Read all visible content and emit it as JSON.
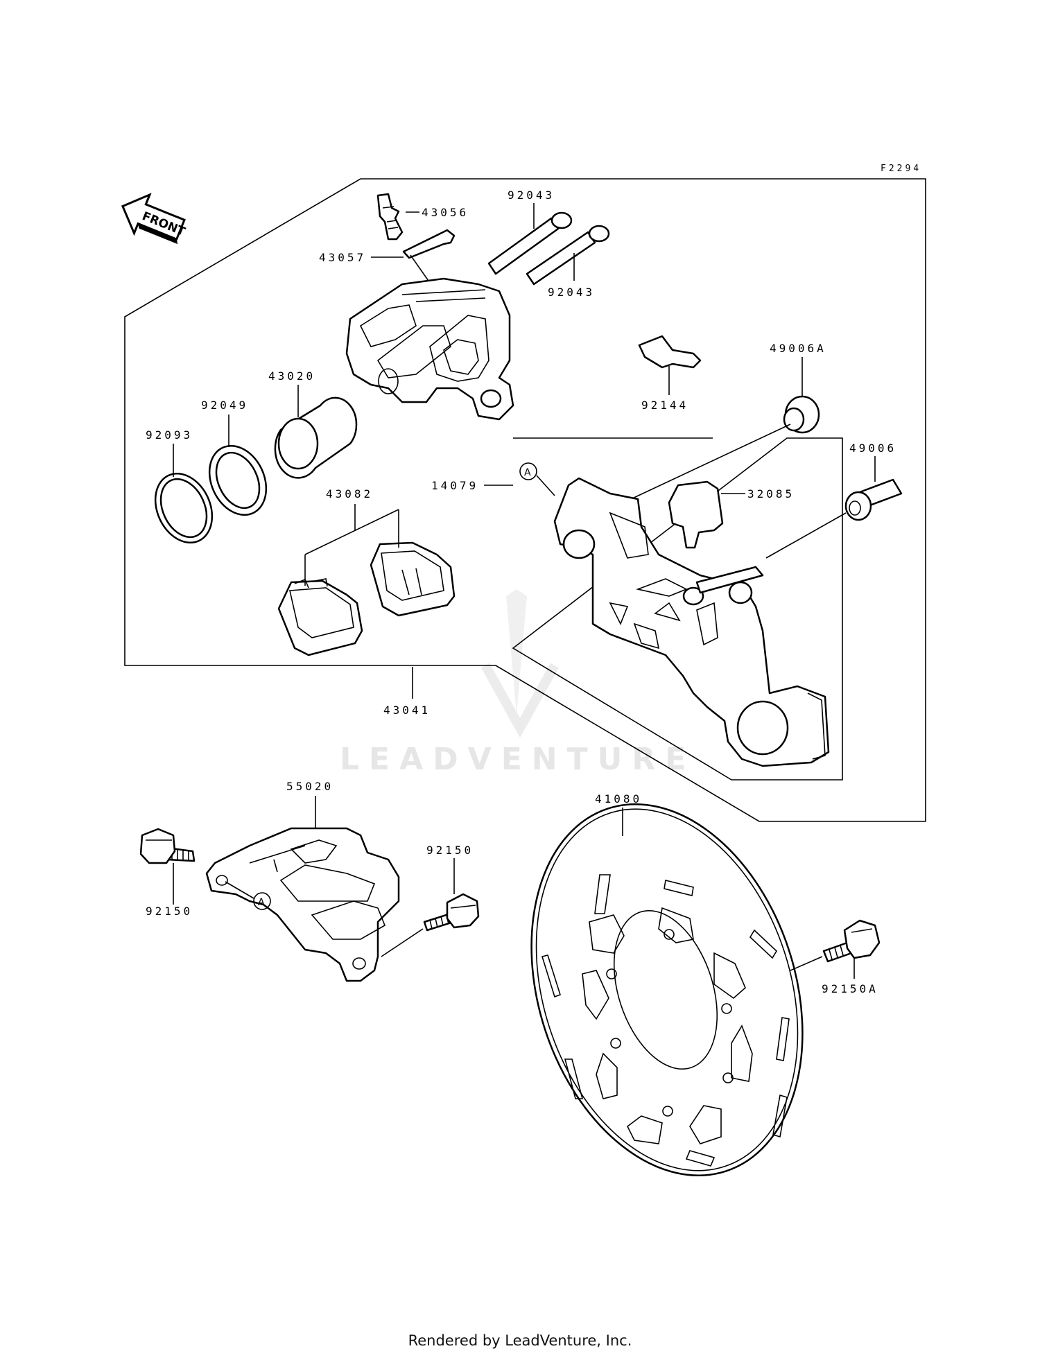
{
  "diagram_code": "F2294",
  "front_label": "FRONT",
  "callout_letter": "A",
  "watermark": "LEADVENTURE",
  "footer": "Rendered by LeadVenture, Inc.",
  "parts": {
    "p43056": "43056",
    "p43057": "43057",
    "p92043a": "92043",
    "p92043b": "92043",
    "p43020": "43020",
    "p92049": "92049",
    "p92093": "92093",
    "p43082": "43082",
    "p92144": "92144",
    "p49006A": "49006A",
    "p49006": "49006",
    "p14079": "14079",
    "p32085": "32085",
    "p43041": "43041",
    "p55020": "55020",
    "p92150a": "92150",
    "p92150b": "92150",
    "p41080": "41080",
    "p92150A": "92150A"
  }
}
